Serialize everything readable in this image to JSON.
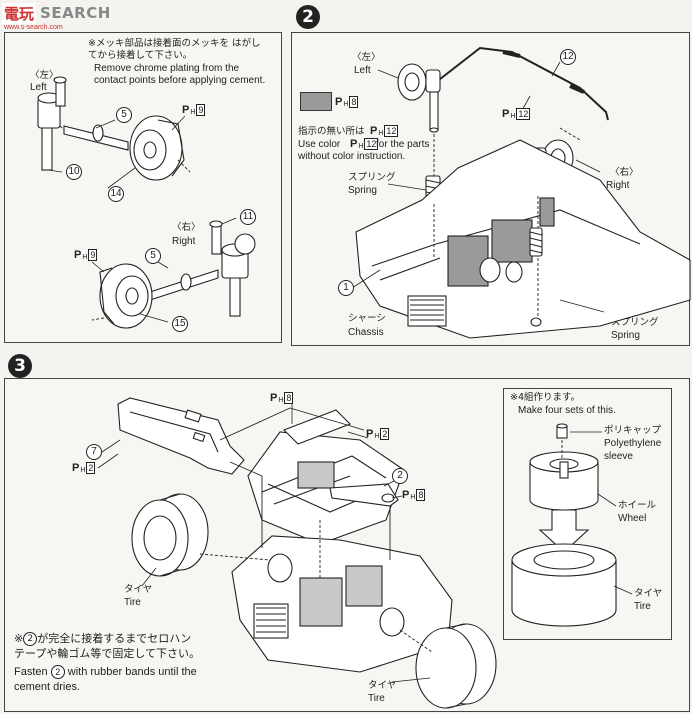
{
  "watermark": {
    "logo": "電玩",
    "brand": "SEARCH",
    "url": "www.s-search.com"
  },
  "step1": {
    "note_jp": "※メッキ部品は接着面のメッキを はがしてから接着して下さい。",
    "note_en_1": "Remove chrome plating from the",
    "note_en_2": "contact points before applying cement.",
    "left_jp": "〈左〉",
    "left_en": "Left",
    "right_jp": "〈右〉",
    "right_en": "Right",
    "parts": [
      "5",
      "10",
      "14",
      "11",
      "5",
      "15"
    ],
    "ph_color": "9"
  },
  "step2": {
    "number": "2",
    "swatch_color": "#9a9a9a",
    "swatch_ph": "8",
    "instruction_jp": "指示の無い所は",
    "instruction_ph": "12",
    "instruction_jp_end": "",
    "instruction_en_1": "Use color",
    "instruction_en_2": "for the parts",
    "instruction_en_3": "without color instruction.",
    "spring_jp": "スプリング",
    "spring_en": "Spring",
    "chassis_jp": "シャーシ",
    "chassis_en": "Chassis",
    "left_jp": "〈左〉",
    "left_en": "Left",
    "right_jp": "〈右〉",
    "right_en": "Right",
    "part_chassis": "1",
    "part_bar": "12",
    "ph_bar": "12"
  },
  "step3": {
    "number": "3",
    "parts": [
      "7",
      "2"
    ],
    "ph_body": "2",
    "ph_top": "8",
    "ph_frame": "2",
    "ph_bar": "8",
    "tire_jp": "タイヤ",
    "tire_en": "Tire",
    "fasten_jp_1a": "※",
    "fasten_jp_1b": "が完全に接着するまでセロハン",
    "fasten_jp_2": "テープや輪ゴム等で固定して下さい。",
    "fasten_en_a": "Fasten",
    "fasten_en_b": "with rubber bands until the",
    "fasten_en_2": "cement dries.",
    "fasten_part": "2",
    "sub": {
      "note_jp": "※4組作ります。",
      "note_en": "Make four sets of this.",
      "poly_jp": "ポリキャップ",
      "poly_en_1": "Polyethylene",
      "poly_en_2": "sleeve",
      "wheel_jp": "ホイール",
      "wheel_en": "Wheel",
      "tire_jp": "タイヤ",
      "tire_en": "Tire"
    }
  }
}
